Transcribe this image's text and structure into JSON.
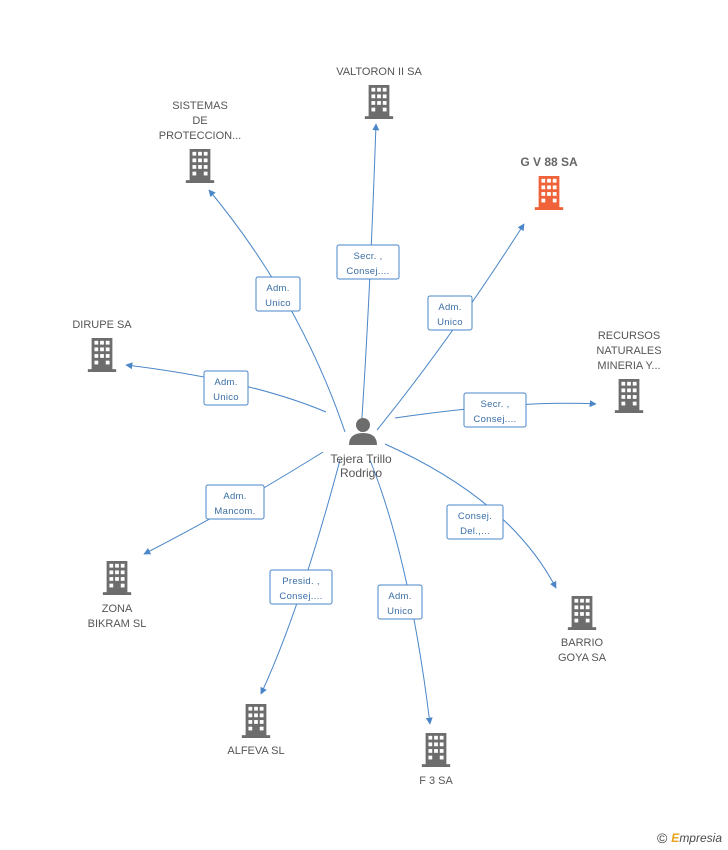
{
  "center": {
    "name_line1": "Tejera Trillo",
    "name_line2": "Rodrigo"
  },
  "colors": {
    "accent": "#4a86c8",
    "building": "#6d6d6d",
    "building_highlight": "#f0623a"
  },
  "companies": [
    {
      "id": "valtoron",
      "label": [
        "VALTORON II SA"
      ],
      "role": [
        "Secr. ,",
        "Consej...."
      ],
      "highlight": false
    },
    {
      "id": "sistemas",
      "label": [
        "SISTEMAS",
        "DE",
        "PROTECCION..."
      ],
      "role": [
        "Adm.",
        "Unico"
      ],
      "highlight": false
    },
    {
      "id": "gv88",
      "label": [
        "G V 88 SA"
      ],
      "role": [
        "Adm.",
        "Unico"
      ],
      "highlight": true
    },
    {
      "id": "dirupe",
      "label": [
        "DIRUPE SA"
      ],
      "role": [
        "Adm.",
        "Unico"
      ],
      "highlight": false
    },
    {
      "id": "recursos",
      "label": [
        "RECURSOS",
        "NATURALES",
        "MINERIA Y..."
      ],
      "role": [
        "Secr. ,",
        "Consej...."
      ],
      "highlight": false
    },
    {
      "id": "zona",
      "label": [
        "ZONA",
        "BIKRAM SL"
      ],
      "role": [
        "Adm.",
        "Mancom."
      ],
      "highlight": false
    },
    {
      "id": "barrio",
      "label": [
        "BARRIO",
        "GOYA SA"
      ],
      "role": [
        "Consej.",
        "Del.,..."
      ],
      "highlight": false
    },
    {
      "id": "alfeva",
      "label": [
        "ALFEVA SL"
      ],
      "role": [
        "Presid. ,",
        "Consej...."
      ],
      "highlight": false
    },
    {
      "id": "f3",
      "label": [
        "F 3 SA"
      ],
      "role": [
        "Adm.",
        "Unico"
      ],
      "highlight": false
    }
  ],
  "footer": {
    "copyright": "©",
    "brand_initial": "E",
    "brand_rest": "mpresia"
  }
}
